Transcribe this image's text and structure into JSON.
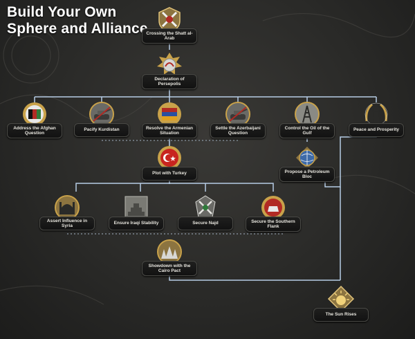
{
  "page": {
    "title_line1": "Build Your Own",
    "title_line2": "Sphere and Alliance"
  },
  "colors": {
    "line_blue": "#b7cde6",
    "label_bg": "#161616",
    "gold": "#c9a24a",
    "red": "#b12a24"
  },
  "focuses": {
    "shatt": {
      "label": "Crossing the Shatt al-Arab",
      "icon": "crossed-swords-shield-icon"
    },
    "persepolis": {
      "label": "Declaration of Persepolis",
      "icon": "lamassu-emblem-icon"
    },
    "afghan": {
      "label": "Address the Afghan Question",
      "icon": "afghan-flag-medal-icon"
    },
    "kurdistan": {
      "label": "Pacify Kurdistan",
      "icon": "tank-medal-icon"
    },
    "armenian": {
      "label": "Resolve the Armenian Situation",
      "icon": "armenian-flag-medal-icon"
    },
    "azerbaijani": {
      "label": "Settle the Azerbaijani Question",
      "icon": "tank-medal-icon"
    },
    "oil": {
      "label": "Control the Oil of the Gulf",
      "icon": "oil-derrick-medal-icon"
    },
    "peace": {
      "label": "Peace and Prosperity",
      "icon": "statue-wreath-icon"
    },
    "turkey": {
      "label": "Plot with Turkey",
      "icon": "turkish-flag-medal-icon"
    },
    "petroleum": {
      "label": "Propose a Petroleum Bloc",
      "icon": "globe-medal-icon"
    },
    "syria": {
      "label": "Assert Influence in Syria",
      "icon": "mosque-medal-icon"
    },
    "iraq": {
      "label": "Ensure Iraqi Stability",
      "icon": "ziggurat-icon"
    },
    "najd": {
      "label": "Secure Najd",
      "icon": "crossed-swords-medal-icon"
    },
    "southern": {
      "label": "Secure the Southern Flank",
      "icon": "red-medal-icon"
    },
    "cairo": {
      "label": "Showdown with the Cairo Pact",
      "icon": "army-medal-icon"
    },
    "sun": {
      "label": "The Sun Rises",
      "icon": "rising-sun-icon"
    }
  }
}
